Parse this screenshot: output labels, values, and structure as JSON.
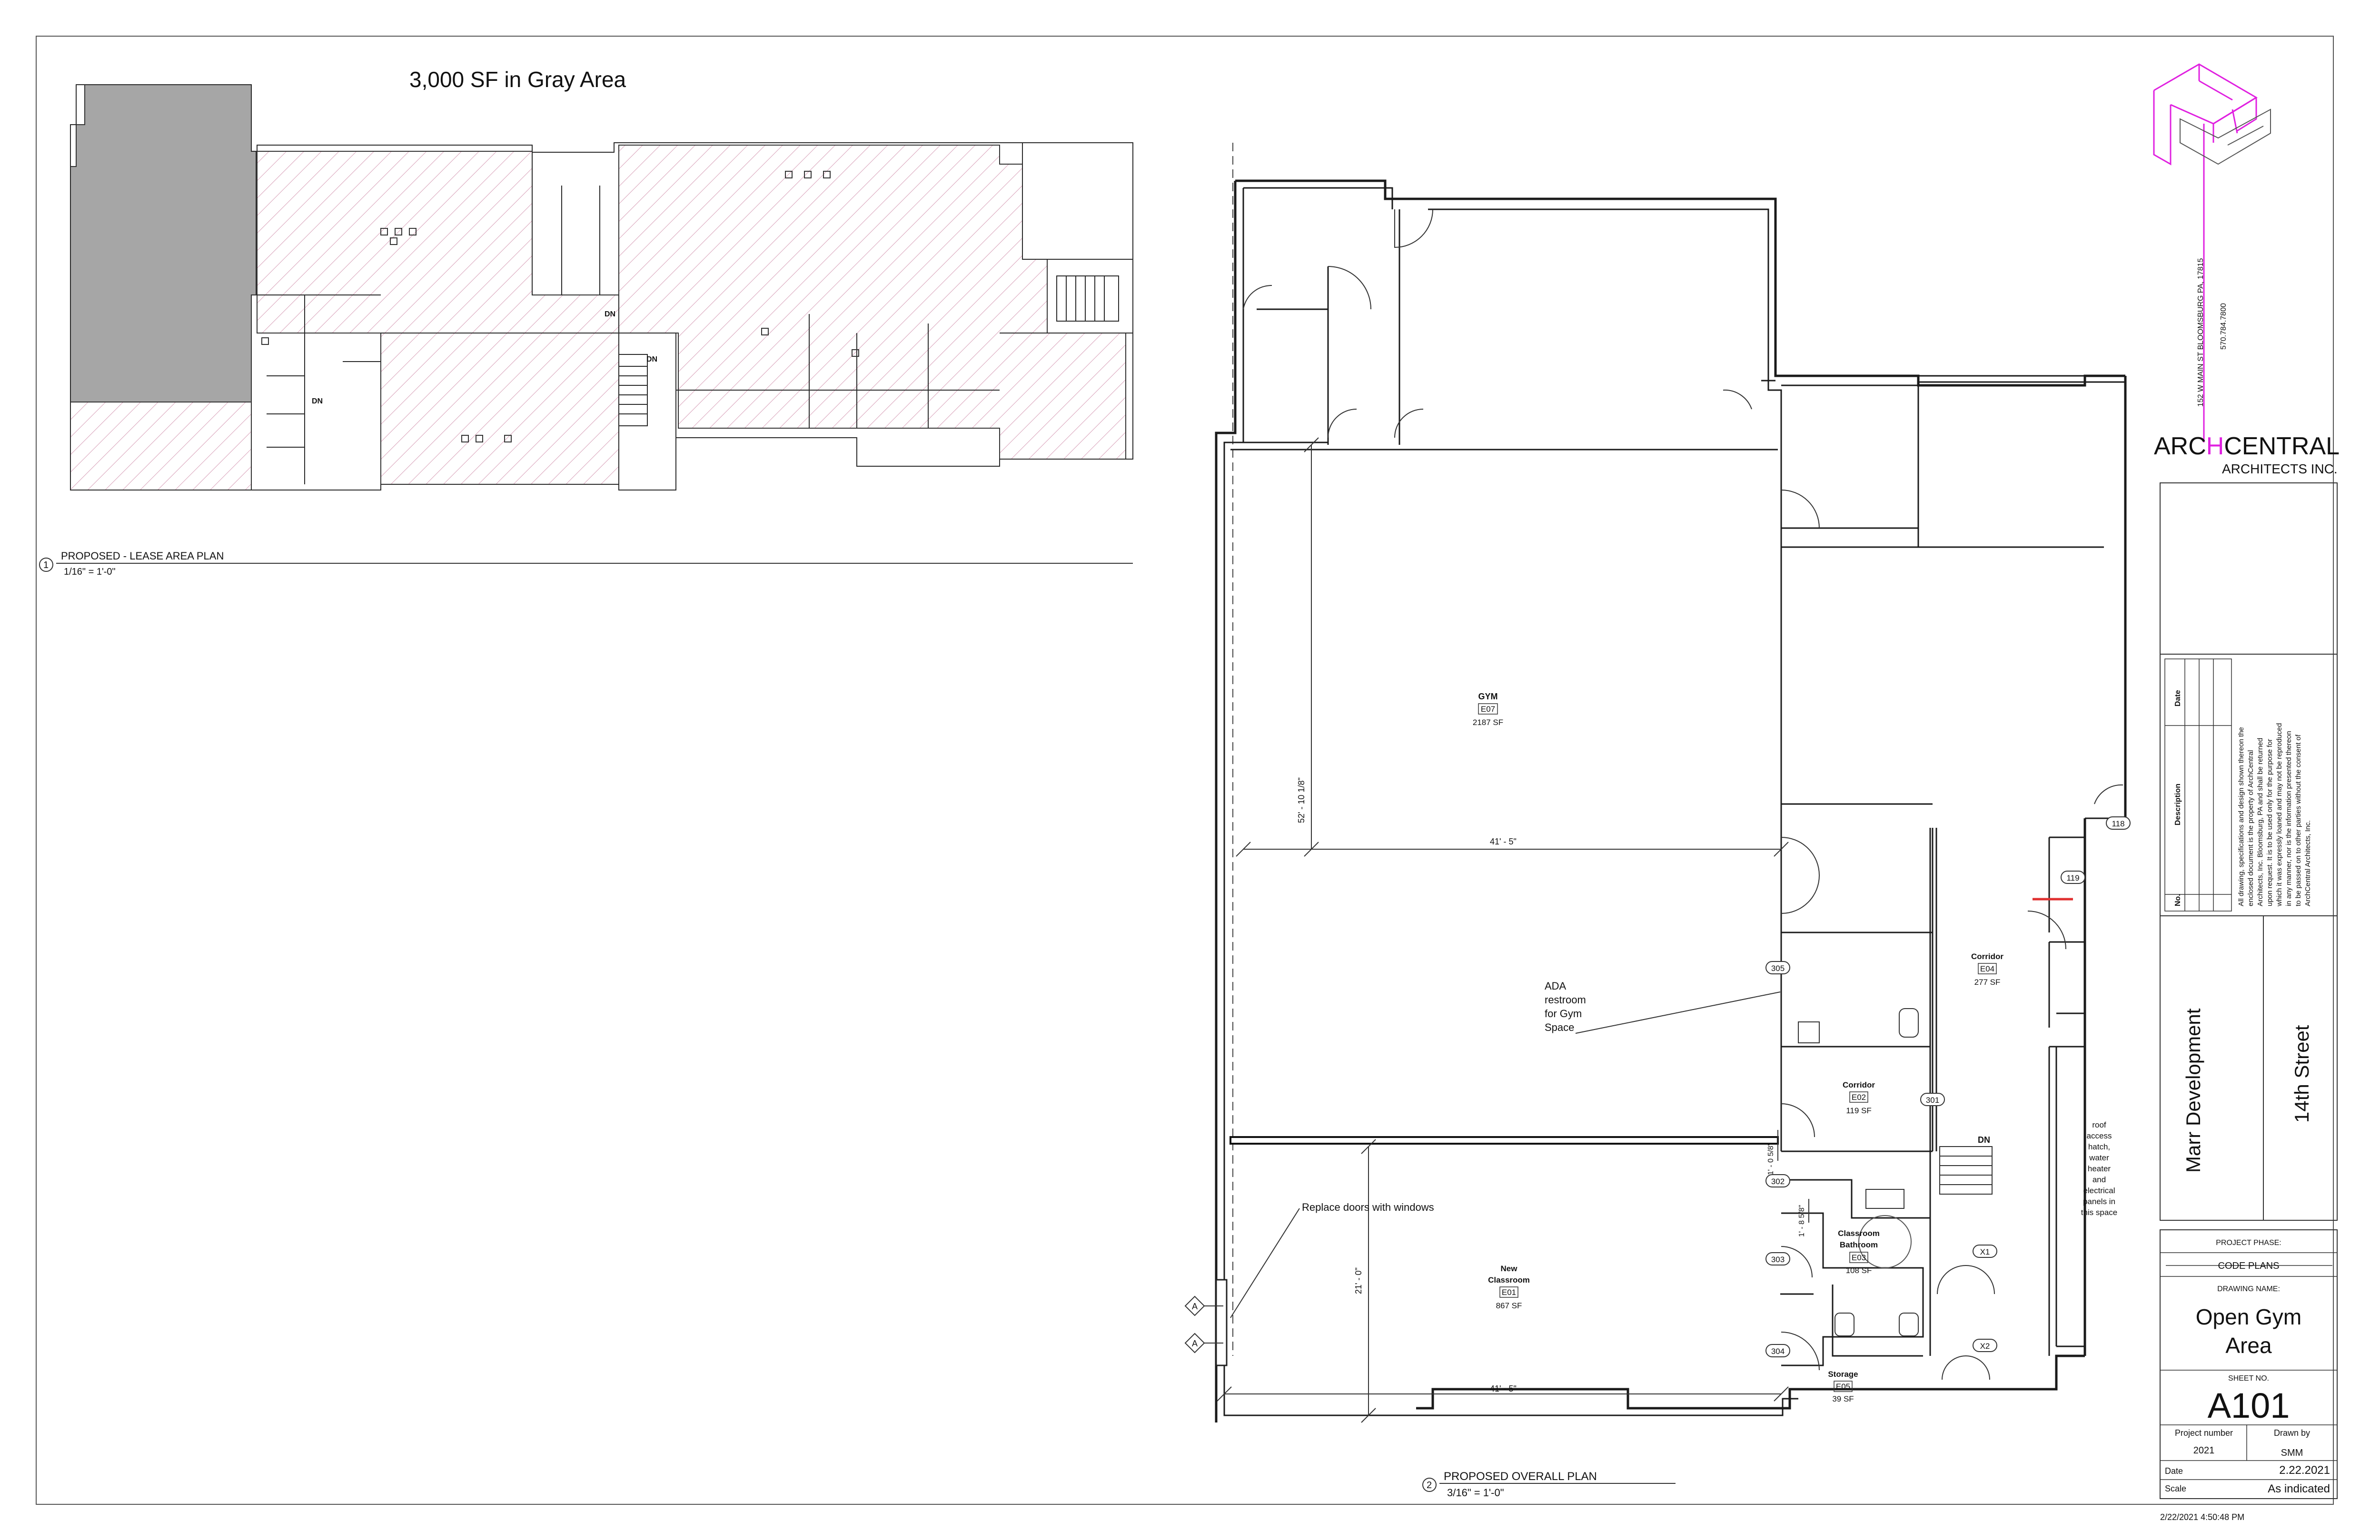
{
  "lease_plan": {
    "heading": "3,000 SF in Gray Area",
    "view_number": "1",
    "view_title": "PROPOSED - LEASE AREA PLAN",
    "view_scale": "1/16\" = 1'-0\"",
    "stair_labels": [
      "DN",
      "DN",
      "DN"
    ]
  },
  "overall_plan": {
    "view_number": "2",
    "view_title": "PROPOSED OVERALL PLAN",
    "view_scale": "3/16\" = 1'-0\"",
    "rooms": [
      {
        "name": "GYM",
        "number": "E07",
        "area": "2187 SF"
      },
      {
        "name": "New Classroom",
        "number": "E01",
        "area": "867 SF"
      },
      {
        "name": "Corridor",
        "number": "E02",
        "area": "119 SF"
      },
      {
        "name": "Classroom Bathroom",
        "number": "E03",
        "area": "108 SF"
      },
      {
        "name": "Corridor",
        "number": "E04",
        "area": "277 SF"
      },
      {
        "name": "Storage",
        "number": "E05",
        "area": "39 SF"
      }
    ],
    "dimensions": {
      "gym_vertical": "52' - 10 1/8\"",
      "gym_width": "41' - 5\"",
      "classroom_vertical": "21' - 0\"",
      "classroom_width": "41' - 5\"",
      "wall_gap": "1' - 0 5/8\"",
      "bath_small": "1' - 8 5/8\""
    },
    "door_tags": [
      "118",
      "119",
      "305",
      "301",
      "302",
      "303",
      "304",
      "X1",
      "X2"
    ],
    "section_markers": [
      "A",
      "A"
    ],
    "notes": {
      "ada": [
        "ADA",
        "restroom",
        "for Gym",
        "Space"
      ],
      "replace": "Replace doors with windows",
      "roof": [
        "roof",
        "access",
        "hatch,",
        "water",
        "heater",
        "and",
        "electrical",
        "panels in",
        "this space"
      ],
      "stair": "DN"
    }
  },
  "title_block": {
    "firm_name_part1": "ARC",
    "firm_name_h": "H",
    "firm_name_part2": "CENTRAL",
    "firm_subtitle": "ARCHITECTS INC.",
    "address": "152 W MAIN ST BLOOMSBURG PA, 17815",
    "phone": "570.784.7800",
    "revision_headers": {
      "no": "No.",
      "description": "Description",
      "date": "Date"
    },
    "disclaimer": [
      "All drawing, specifications and design shown thereon the",
      "enclosed document is the property of ArchCentral",
      "Architects, Inc. Bloomsburg, PA and shall be returned",
      "upon request.  It is to be used only for the purpose for",
      "which it was expressly loaned and may not be reproduced",
      "in any manner, nor is the information presented thereon",
      "to be passed on to other parties without the consent of",
      "ArchCentral Architects, Inc."
    ],
    "client": "Marr Development",
    "project": "14th Street",
    "project_phase_label": "PROJECT PHASE:",
    "project_phase": "CODE PLANS",
    "drawing_name_label": "DRAWING NAME:",
    "drawing_name_line1": "Open Gym",
    "drawing_name_line2": "Area",
    "sheet_no_label": "SHEET NO.",
    "sheet_no": "A101",
    "project_number_label": "Project number",
    "project_number": "2021",
    "drawn_by_label": "Drawn by",
    "drawn_by": "SMM",
    "date_label": "Date",
    "date": "2.22.2021",
    "scale_label": "Scale",
    "scale": "As indicated",
    "print_timestamp": "2/22/2021 4:50:48 PM"
  },
  "colors": {
    "accent_magenta": "#e020e0",
    "lease_hatch": "#d8a0b8",
    "gray_area": "#a6a6a6",
    "door_red": "#e03030"
  }
}
